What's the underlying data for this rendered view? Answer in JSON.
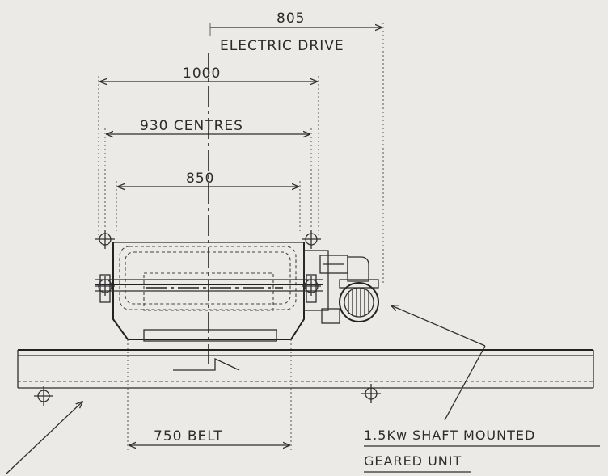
{
  "dimensions": {
    "electric_drive_value": "805",
    "electric_drive_label": "ELECTRIC DRIVE",
    "overall_width": "1000",
    "centres": "930 CENTRES",
    "inner_width": "850",
    "belt": "750 BELT"
  },
  "notes": {
    "drive_line1": "1.5Kw SHAFT MOUNTED",
    "drive_line2": "GEARED UNIT"
  }
}
